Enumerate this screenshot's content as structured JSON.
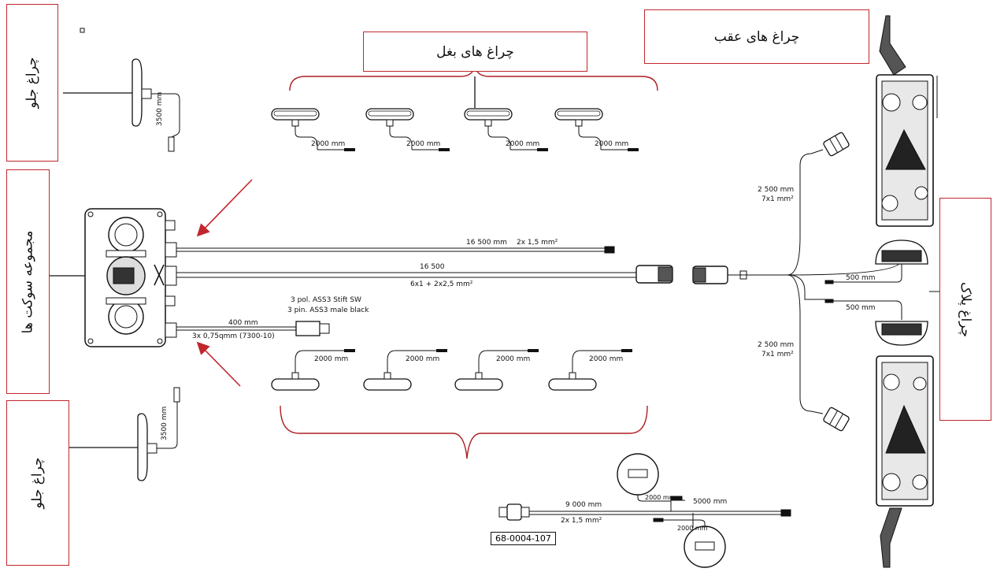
{
  "labels": {
    "front_light_top": "چراغ جلو",
    "side_lights": "چراغ های بغل",
    "rear_lights": "چراغ های عقب",
    "socket_assembly": "مجموعه سوکت ها",
    "front_light_bottom": "چراغ جلو",
    "plate_light": "چراغ پلاک"
  },
  "cables": {
    "front_top_len": "3500 mm",
    "front_bottom_len": "3500 mm",
    "side_top": [
      "2000 mm",
      "2000 mm",
      "2000 mm",
      "2000 mm"
    ],
    "side_bottom": [
      "2000 mm",
      "2000 mm",
      "2000 mm",
      "2000 mm"
    ],
    "main1_len": "16 500 mm",
    "main1_spec": "2x 1,5 mm²",
    "main2_len": "16 500",
    "main2_spec": "6x1 + 2x2,5 mm²",
    "conn_de": "3 pol. ASS3 Stift SW",
    "conn_en": "3 pin. ASS3 male black",
    "short_len": "400 mm",
    "short_spec": "3x 0,75qmm (7300-10)",
    "rear_top_len": "2 500 mm",
    "rear_top_spec": "7x1 mm²",
    "rear_bottom_len": "2 500 mm",
    "rear_bottom_spec": "7x1 mm²",
    "plate_top": "500 mm",
    "plate_bottom": "500 mm",
    "bottom_len": "9 000 mm",
    "bottom_spec": "2x 1,5 mm²",
    "bottom_round_top": "2000 mm",
    "bottom_branch": "5000 mm",
    "bottom_round_bottom": "2000 mm"
  },
  "part_number": "68-0004-107",
  "colors": {
    "accent": "#c0272d",
    "line": "#111111"
  }
}
